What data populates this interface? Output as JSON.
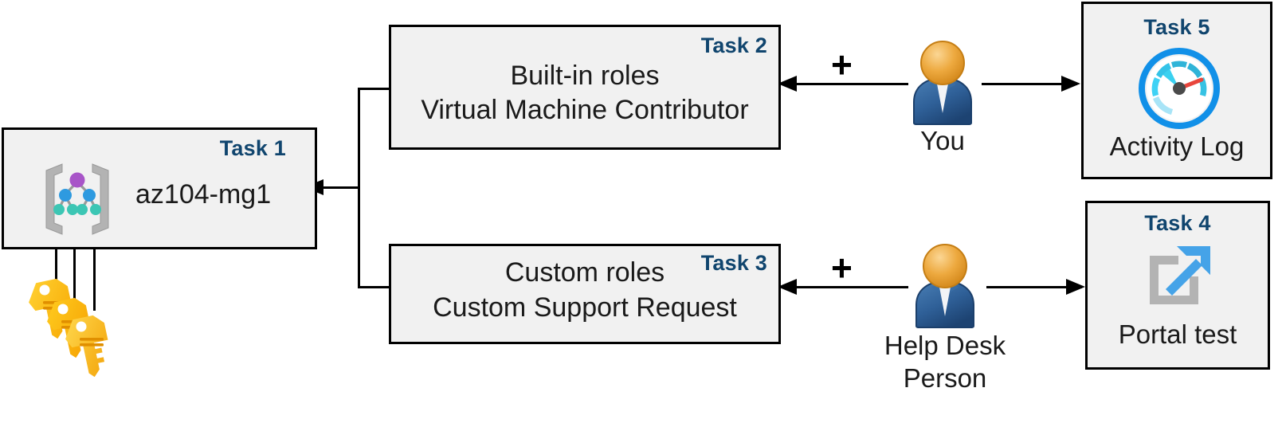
{
  "diagram": {
    "title": "Azure RBAC lab task diagram",
    "accent_task_color": "#10456e",
    "box_fill": "#f1f1f1",
    "box_stroke": "#000000",
    "connector_color": "#000000"
  },
  "nodes": {
    "task1": {
      "tag": "Task 1",
      "label": "az104-mg1",
      "icon": "management-group-icon"
    },
    "task2": {
      "tag": "Task 2",
      "line1": "Built-in roles",
      "line2": "Virtual Machine Contributor"
    },
    "task3": {
      "tag": "Task 3",
      "line1": "Custom roles",
      "line2": "Custom Support Request"
    },
    "task4": {
      "tag": "Task 4",
      "label": "Portal test",
      "icon": "external-link-icon"
    },
    "task5": {
      "tag": "Task 5",
      "label": "Activity Log",
      "icon": "gauge-icon"
    }
  },
  "actors": {
    "you": {
      "label": "You",
      "icon": "user-icon"
    },
    "helpdesk": {
      "label_line1": "Help Desk",
      "label_line2": "Person",
      "icon": "user-icon"
    }
  },
  "connectors": {
    "plus_upper": "+",
    "plus_lower": "+",
    "keys_icon": "keys-icon"
  },
  "colors": {
    "task_label": "#10456e",
    "key_yellow": "#ffc20e",
    "key_gold": "#f9a800",
    "user_head": "#e8a33d",
    "user_body": "#2f6098",
    "gauge_ring": "#1190e8",
    "gauge_needle": "#e8453c",
    "mg_root": "#a855c8",
    "mg_mid": "#2e9ae0",
    "mg_leaf": "#3cc6b4",
    "bracket_gray": "#a6a6a6",
    "portal_gray": "#b0b0b0",
    "portal_blue": "#45a3e8"
  }
}
